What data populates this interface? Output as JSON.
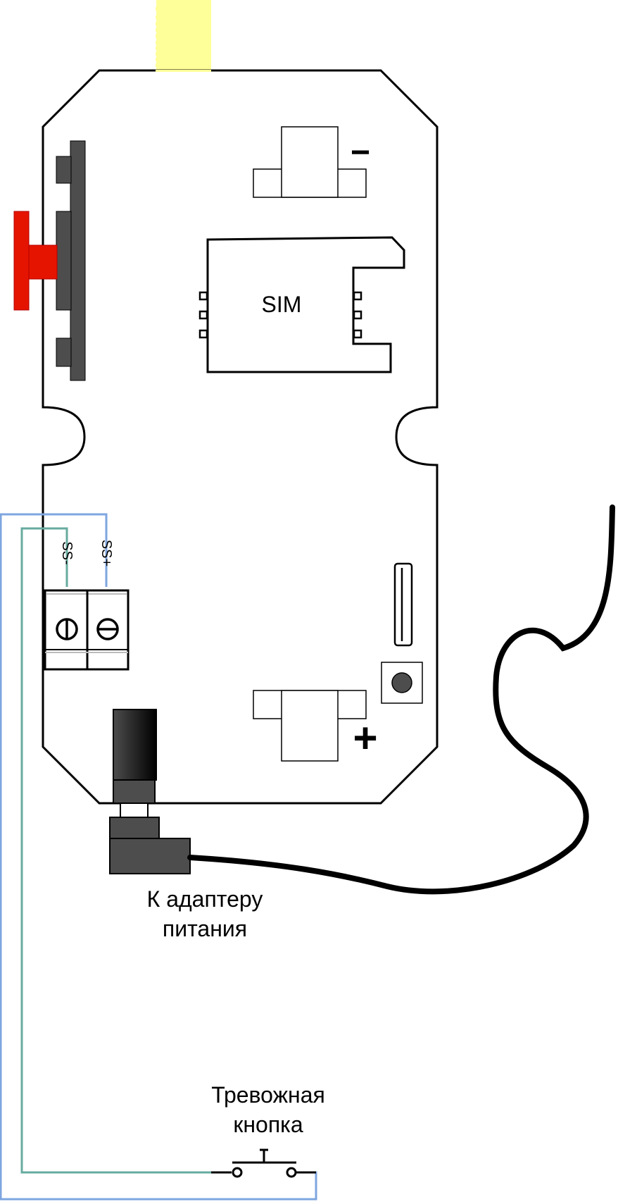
{
  "diagram": {
    "sim_label": "SIM",
    "minus_sign": "−",
    "plus_sign": "+",
    "terminal_left_label": "SS-",
    "terminal_right_label": "SS+",
    "power_label_line1": "К адаптеру",
    "power_label_line2": "питания",
    "button_label_line1": "Тревожная",
    "button_label_line2": "кнопка",
    "colors": {
      "antenna": "#ffff99",
      "switch": "#e51400",
      "wire_blue": "#7ea6e0",
      "wire_green": "#67ab9f",
      "dark": "#4d4d4d"
    }
  }
}
